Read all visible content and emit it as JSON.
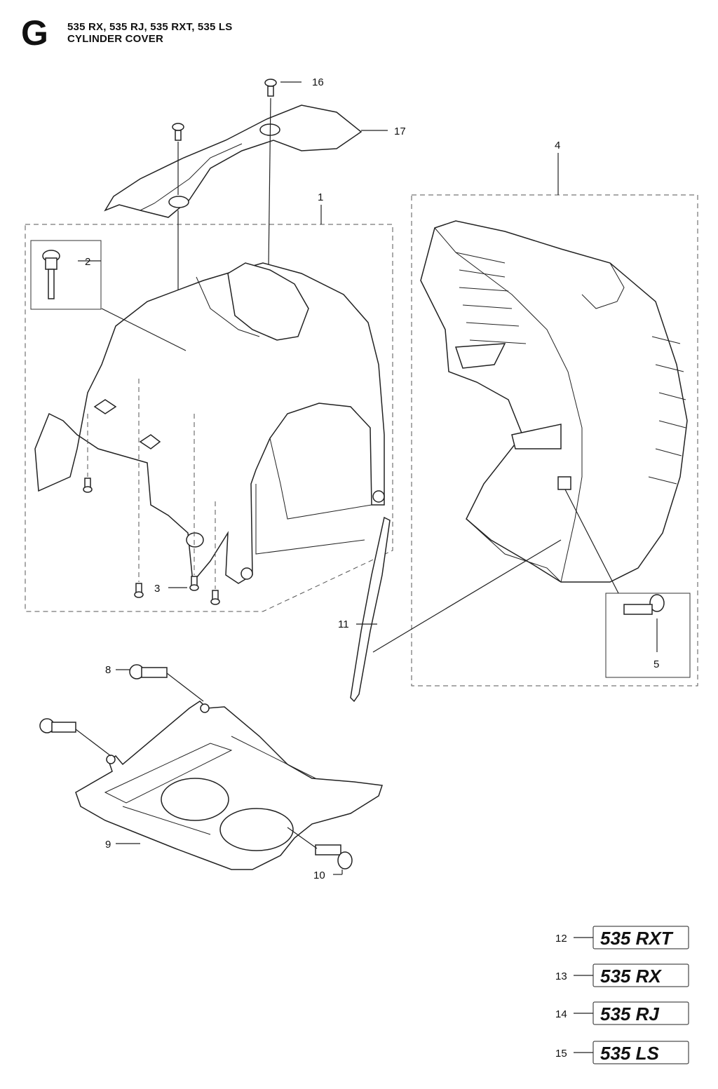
{
  "header": {
    "section_letter": "G",
    "models": "535 RX, 535 RJ, 535 RXT, 535 LS",
    "title": "CYLINDER COVER"
  },
  "callouts": {
    "p1": "1",
    "p2": "2",
    "p3": "3",
    "p4": "4",
    "p5": "5",
    "p8": "8",
    "p9": "9",
    "p10": "10",
    "p11": "11",
    "p12": "12",
    "p13": "13",
    "p14": "14",
    "p15": "15",
    "p16": "16",
    "p17": "17"
  },
  "decals": {
    "d12": "535 RXT",
    "d13": "535 RX",
    "d14": "535 RJ",
    "d15": "535 LS"
  }
}
